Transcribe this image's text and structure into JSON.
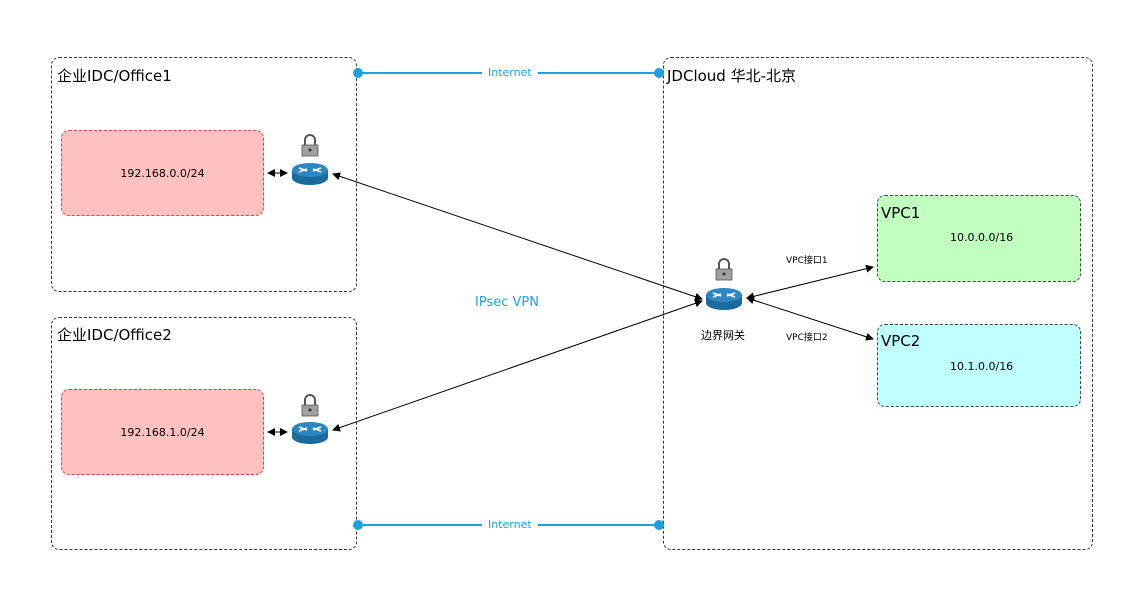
{
  "groups": {
    "office1": {
      "title": "企业IDC/Office1",
      "subnet": "192.168.0.0/24"
    },
    "office2": {
      "title": "企业IDC/Office2",
      "subnet": "192.168.1.0/24"
    },
    "cloud": {
      "title": "JDCloud 华北-北京",
      "gateway_label": "边界网关"
    },
    "vpc1": {
      "title": "VPC1",
      "cidr": "10.0.0.0/16",
      "link_label": "VPC接口1"
    },
    "vpc2": {
      "title": "VPC2",
      "cidr": "10.1.0.0/16",
      "link_label": "VPC接口2"
    }
  },
  "links": {
    "internet_top": "Internet",
    "internet_bottom": "Internet",
    "vpn": "IPsec VPN"
  },
  "colors": {
    "office_fill": "#ffc0c0",
    "office_border": "#b85450",
    "vpc1_fill": "#c0ffc0",
    "vpc2_fill": "#c0ffff",
    "internet": "#1ba1e2",
    "router": "#1a6a9c",
    "lock": "#a0a0a0"
  },
  "icons": [
    "router-icon",
    "lock-icon"
  ]
}
